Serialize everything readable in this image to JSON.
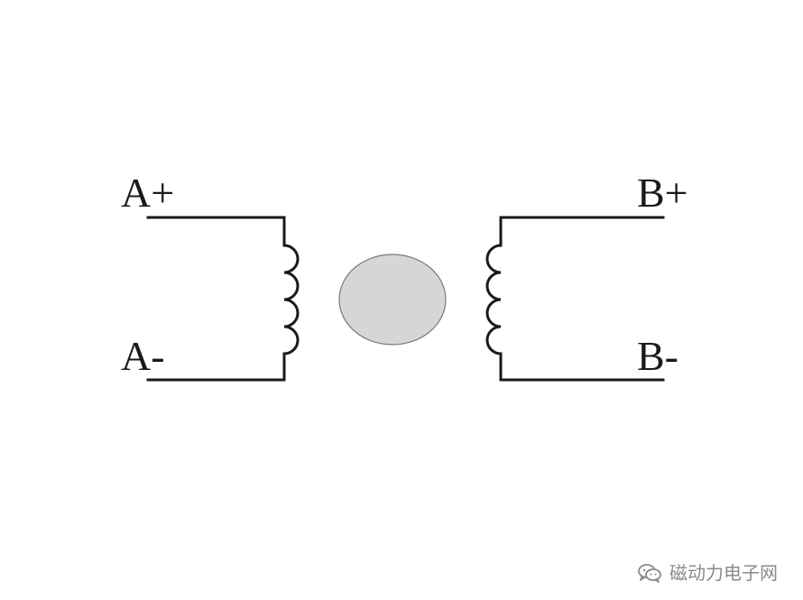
{
  "diagram": {
    "labels": {
      "a_plus": "A+",
      "a_minus": "A-",
      "b_plus": "B+",
      "b_minus": "B-"
    },
    "colors": {
      "wire": "#1a1a1a",
      "rotor_fill": "#d6d6d6",
      "rotor_stroke": "#7a7a7a"
    }
  },
  "watermark": {
    "icon": "wechat-icon",
    "text": "磁动力电子网"
  }
}
